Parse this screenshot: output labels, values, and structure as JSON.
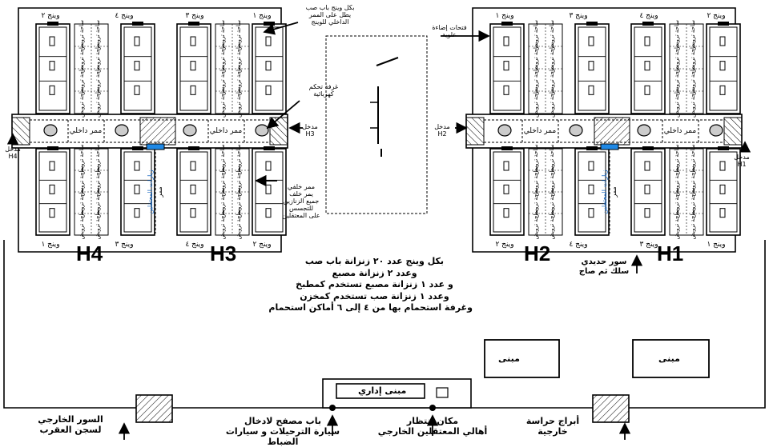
{
  "wings": {
    "w1": "وينج ١",
    "w2": "وينج ٢",
    "w3": "وينج ٣",
    "w4": "وينج ٤"
  },
  "corridor": "ممر داخلي",
  "yard": "ساحة ترويض",
  "visits": "زيارات المعتقلين",
  "corridor_label": "ممر",
  "blocks": [
    "H1",
    "H2",
    "H3",
    "H4"
  ],
  "entrances": {
    "label": "مدخل",
    "H1": "H1",
    "H2": "H2",
    "H3": "H3",
    "H4": "H4"
  },
  "annotations": {
    "wing_door": "بكل وينج باب صب\nيطل على الممر\nالداخلي للوينج",
    "control_room": "غرفة تحكم\nكهربائية",
    "back_corridor": "ممر خلفي\nيمر خلف\nجميع الزنازين\nللتجسس\nعلى المعتقلين",
    "skylights": "فتحات إضاءة\nعلوية",
    "fence": "سور حديدي\nسلك ثم صاج"
  },
  "summary": [
    "بكل وينج عدد ٢٠ زنزانة باب صب",
    "وعدد ٢ زنزانة مصبع",
    "و عدد ١ زنزانة مصبع تستخدم كمطبخ",
    "وعدد ١ زنزانة صب تستخدم كمخزن",
    "وغرفة استحمام بها من ٤ إلى ٦ أماكن استحمام"
  ],
  "buildings": {
    "building": "مبنى",
    "admin": "مبنى إداري"
  },
  "bottom": {
    "outer_wall": "السور الخارجي\nلسجن العقرب",
    "gate": "باب مصفح لادخال\nسيارة الترحيلات و سيارات الضباط",
    "waiting": "مكان انتظار\nأهالي المعتقلين الخارجي",
    "towers": "أبراج حراسة\nخارجية"
  }
}
